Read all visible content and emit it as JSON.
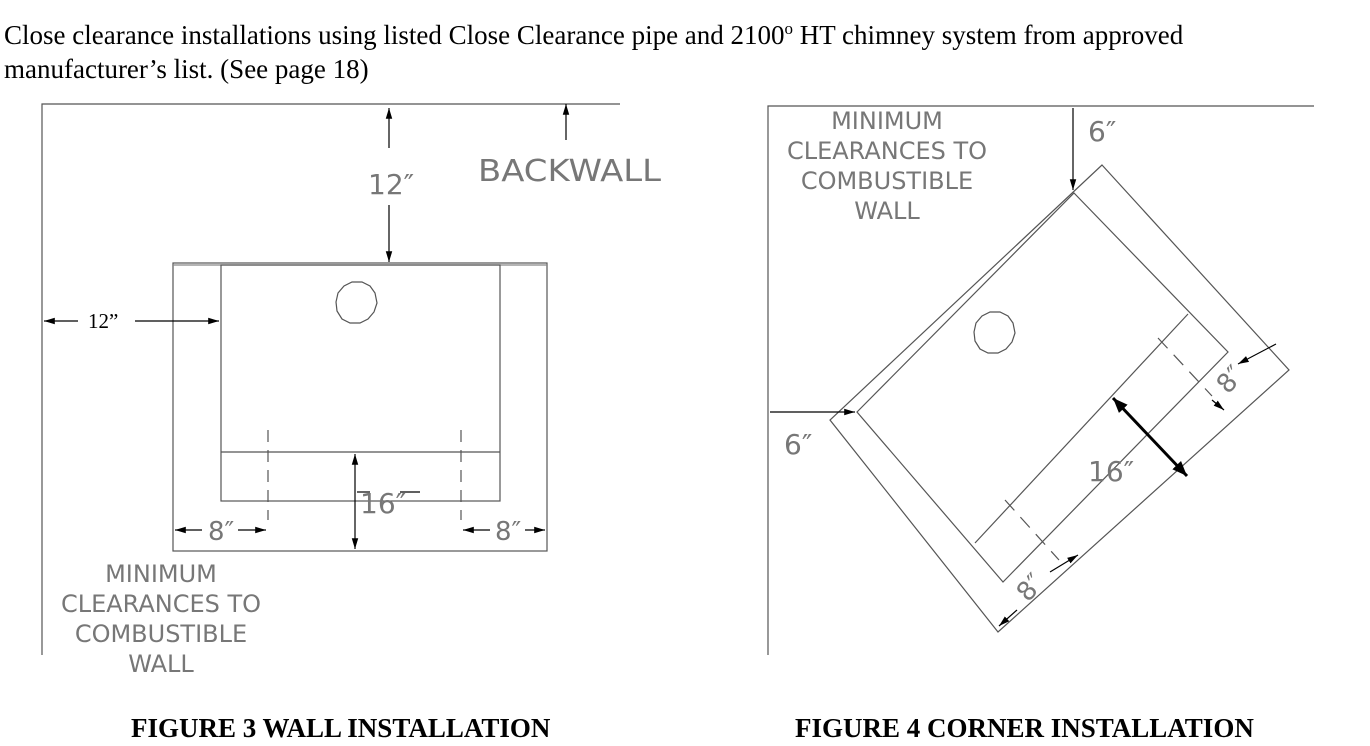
{
  "intro": {
    "line1_part1": "Close clearance installations using listed Close Clearance pipe and 2100",
    "degree_mark": "o",
    "line1_part2": "  HT chimney system from approved",
    "line2": "manufacturer’s list. (See page 18)"
  },
  "figure3": {
    "caption": "FIGURE 3  WALL INSTALLATION",
    "backwall_label": "BACKWALL",
    "dim_back": "12″",
    "dim_side": "12”",
    "dim_left_8": "8″",
    "dim_right_8": "8″",
    "dim_depth": "16″",
    "note_lines": [
      "MINIMUM",
      "CLEARANCES TO",
      "COMBUSTIBLE",
      "WALL"
    ]
  },
  "figure4": {
    "caption": "FIGURE 4   CORNER INSTALLATION",
    "dim_top": "6″",
    "dim_left": "6″",
    "dim_right_8": "8″",
    "dim_bottom_8": "8″",
    "dim_depth": "16″",
    "note_lines": [
      "MINIMUM",
      "CLEARANCES TO",
      "COMBUSTIBLE",
      "WALL"
    ]
  }
}
